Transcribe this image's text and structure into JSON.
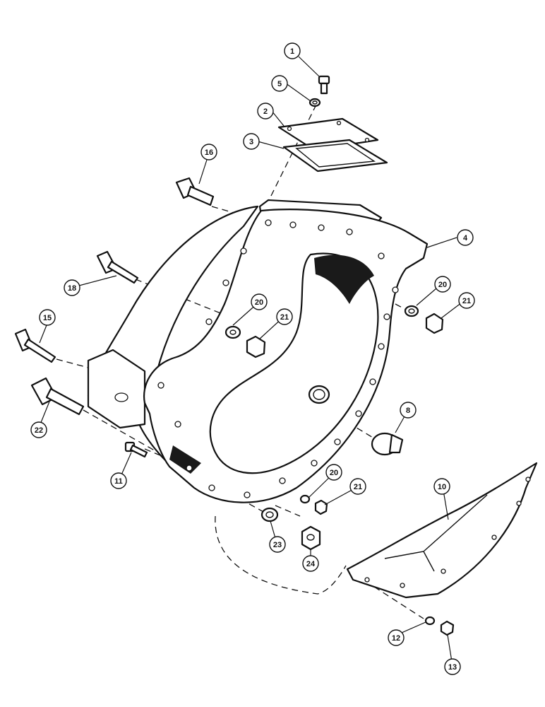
{
  "callouts": [
    "1",
    "2",
    "3",
    "4",
    "5",
    "8",
    "10",
    "11",
    "12",
    "13",
    "15",
    "16",
    "18",
    "20",
    "21",
    "22",
    "23",
    "24"
  ],
  "colors": {
    "ink": "#111111",
    "paper": "#ffffff"
  }
}
